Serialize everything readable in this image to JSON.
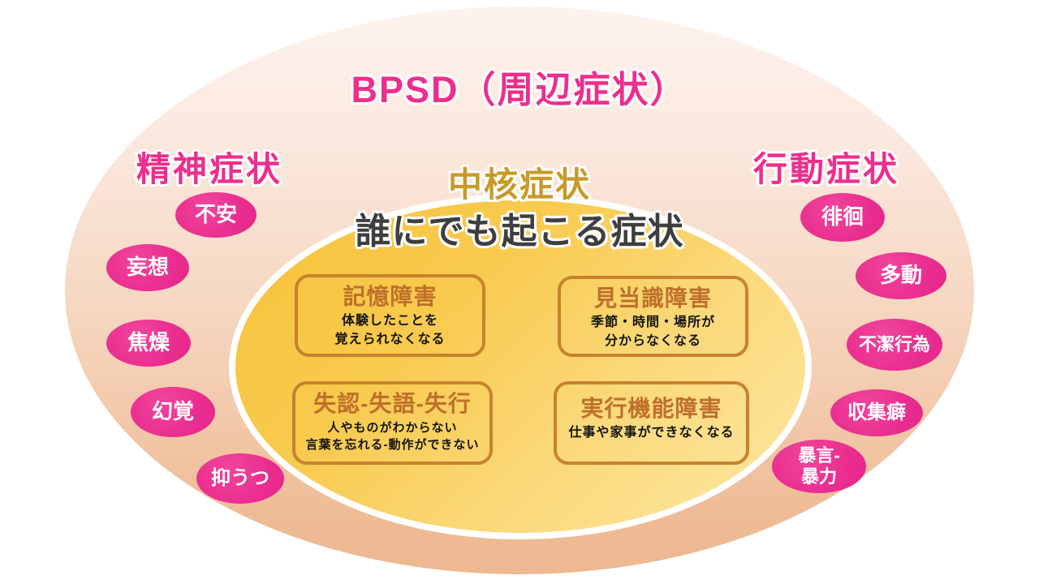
{
  "title": "BPSD（周辺症状）",
  "colors": {
    "accent_pink": "#ee2e8d",
    "bubble_pink": "#ea2f90",
    "core_gold_text": "#c79a29",
    "core_sub_text": "#3e3e3e",
    "box_border": "#c8822f",
    "box_title": "#bf6f2b",
    "outer_ellipse_top": "#fdf3ee",
    "outer_ellipse_bottom": "#eeb892",
    "inner_ellipse_dark": "#f6c23a",
    "inner_ellipse_light": "#fde8a6"
  },
  "left_group": {
    "header": "精神症状",
    "bubbles": [
      "不安",
      "妄想",
      "焦燥",
      "幻覚",
      "抑うつ"
    ]
  },
  "right_group": {
    "header": "行動症状",
    "bubbles": [
      "徘徊",
      "多動",
      "不潔行為",
      "収集癖",
      "暴言-\n暴力"
    ]
  },
  "core": {
    "header": "中核症状",
    "subheader": "誰にでも起こる症状",
    "boxes": [
      {
        "title": "記憶障害",
        "desc": "体験したことを\n覚えられなくなる"
      },
      {
        "title": "見当識障害",
        "desc": "季節・時間・場所が\n分からなくなる"
      },
      {
        "title": "失認-失語-失行",
        "desc": "人やものがわからない\n言葉を忘れる-動作ができない"
      },
      {
        "title": "実行機能障害",
        "desc": "仕事や家事ができなくなる"
      }
    ]
  }
}
